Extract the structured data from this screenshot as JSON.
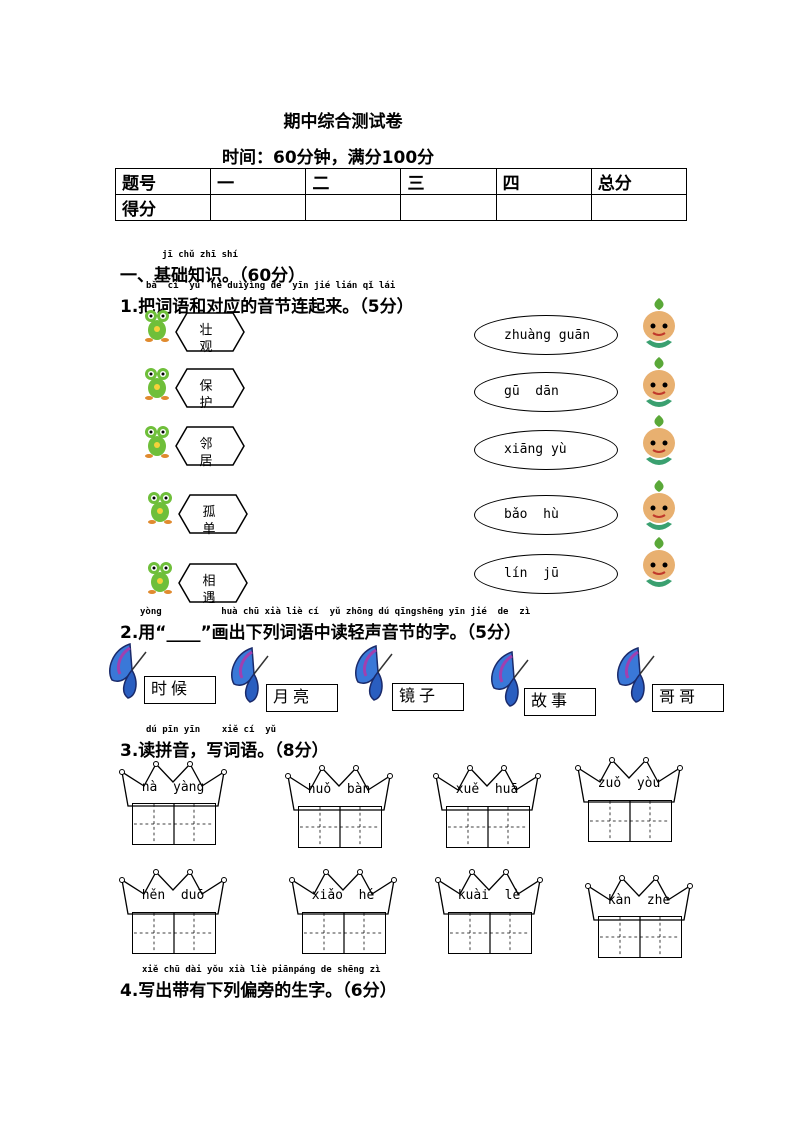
{
  "title": "期中综合测试卷",
  "subtitle": "时间：60分钟，满分100分",
  "score_table": {
    "headers": [
      "题号",
      "一",
      "二",
      "三",
      "四",
      "总分"
    ],
    "row_label": "得分"
  },
  "section1": {
    "pinyin": "jī chǔ zhī shí",
    "heading": "一、基础知识。（60分）"
  },
  "q1": {
    "pinyin": "bǎ  cí  yǔ  hé duìyìng de  yīn jié lián qǐ lái",
    "heading": "1.把词语和对应的音节连起来。（5分）",
    "words": [
      "壮观",
      "保护",
      "邻居",
      "孤单",
      "相遇"
    ],
    "syllables": [
      "zhuàng guān",
      "gū  dān",
      "xiāng yù",
      "bǎo  hù",
      "lín  jū"
    ]
  },
  "q2": {
    "pinyin": "yòng           huà chū xià liè cí  yǔ zhōng dú qīngshēng yīn jié  de  zì",
    "heading": "2.用“____”画出下列词语中读轻声音节的字。（5分）",
    "words": [
      "时候",
      "月亮",
      "镜子",
      "故事",
      "哥哥"
    ]
  },
  "q3": {
    "pinyin": "dú pīn yīn    xiě cí  yǔ",
    "heading": "3.读拼音，写词语。（8分）",
    "items": [
      "nà  yàng",
      "huǒ  bàn",
      "xuě  huā",
      "zuǒ  yòu",
      "hěn  duō",
      "xiǎo  hé",
      "kuài  lè",
      "kàn  zhe"
    ]
  },
  "q4": {
    "pinyin": "xiě chū dài yǒu xià liè piānpáng de shēng zì",
    "heading": "4.写出带有下列偏旁的生字。（6分）"
  }
}
